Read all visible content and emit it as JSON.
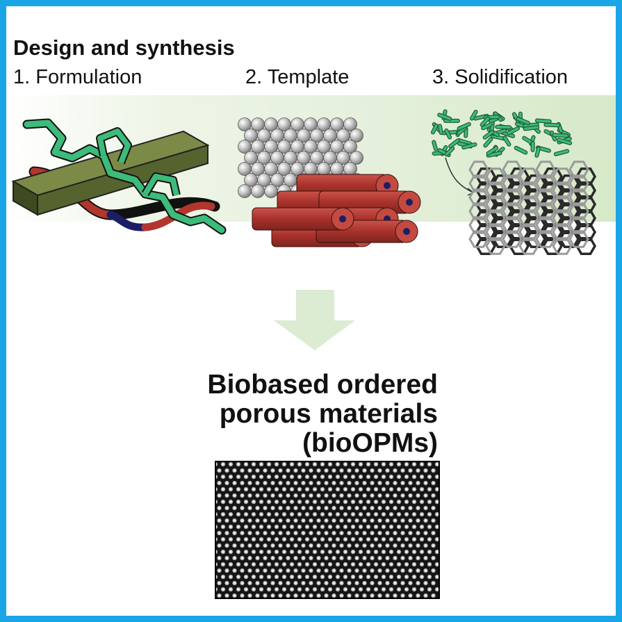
{
  "heading": "Design and synthesis",
  "steps": [
    {
      "label": "1.  Formulation"
    },
    {
      "label": "2. Template"
    },
    {
      "label": "3. Solidification"
    }
  ],
  "result": {
    "lines": [
      "Biobased ordered",
      "porous materials",
      "(bioOPMs)"
    ]
  },
  "colors": {
    "border": "#1aa6e6",
    "band_green": "#d6e9c8",
    "arrow": "#dbecd2",
    "polymer_green": "#3dbb7a",
    "crystal_olive": "#55632f",
    "rod_red": "#b2362e",
    "core_navy": "#1b1e66",
    "sphere_grey": "#b9b9b9"
  },
  "icons": [
    "cellulose-crystal-icon",
    "polymer-chain-icon",
    "sphere-template-icon",
    "cylinder-template-icon",
    "green-network-icon",
    "hexagon-lattice-icon",
    "down-arrow-icon",
    "porous-material-image"
  ]
}
